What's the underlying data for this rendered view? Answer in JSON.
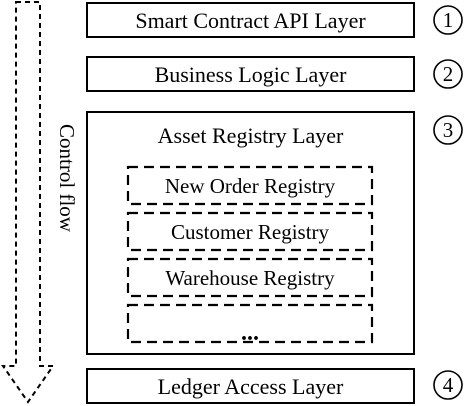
{
  "control_flow": {
    "label": "Control flow"
  },
  "layers": {
    "api": {
      "label": "Smart Contract API Layer",
      "number": "1"
    },
    "business": {
      "label": "Business Logic Layer",
      "number": "2"
    },
    "asset": {
      "label": "Asset Registry Layer",
      "number": "3",
      "registries": [
        {
          "label": "New Order Registry"
        },
        {
          "label": "Customer Registry"
        },
        {
          "label": "Warehouse Registry"
        },
        {
          "label": "..."
        }
      ]
    },
    "ledger": {
      "label": "Ledger Access Layer",
      "number": "4"
    }
  }
}
